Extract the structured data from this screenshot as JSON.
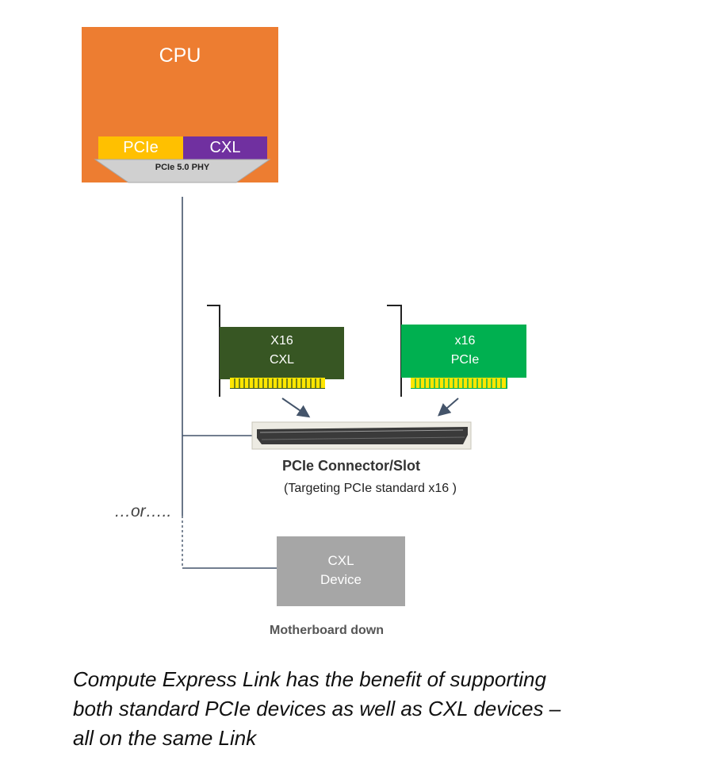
{
  "cpu": {
    "title": "CPU",
    "pcie_label": "PCIe",
    "cxl_label": "CXL",
    "phy_label": "PCIe 5.0 PHY"
  },
  "cards": {
    "cxl": {
      "line1": "X16",
      "line2": "CXL"
    },
    "pcie": {
      "line1": "x16",
      "line2": "PCIe"
    }
  },
  "slot": {
    "title": "PCIe Connector/Slot",
    "subtitle": "(Targeting PCIe standard x16 )"
  },
  "or_text": "…or…..",
  "device": {
    "line1": "CXL",
    "line2": "Device",
    "caption": "Motherboard down"
  },
  "caption": {
    "line1": "Compute Express Link has the benefit of supporting",
    "line2": "both standard PCIe devices as well as CXL devices –",
    "line3": "all on the same Link"
  },
  "colors": {
    "cpu": "#ED7D31",
    "pcie": "#FFC000",
    "cxl": "#7030A0",
    "cxl_card": "#375623",
    "pcie_card": "#00B050",
    "device": "#A6A6A6"
  }
}
